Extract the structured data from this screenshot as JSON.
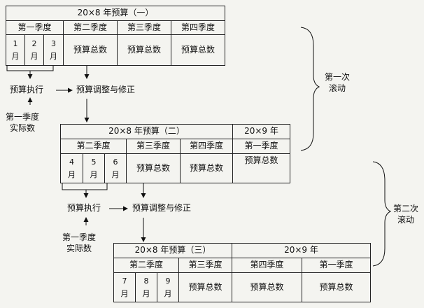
{
  "budget1": {
    "title": "20×8 年预算（一）",
    "quarters": [
      "第一季度",
      "第二季度",
      "第三季度",
      "第四季度"
    ],
    "months": [
      "1",
      "2",
      "3"
    ],
    "month_char": "月",
    "totals": [
      "预算总数",
      "预算总数",
      "预算总数"
    ]
  },
  "budget2": {
    "title": "20×8 年预算（二）",
    "next_year": "20×9 年",
    "quarters": [
      "第二季度",
      "第三季度",
      "第四季度",
      "第一季度"
    ],
    "months": [
      "4",
      "5",
      "6"
    ],
    "month_char": "月",
    "totals": [
      "预算总数",
      "预算总数",
      "预算总数"
    ]
  },
  "budget3": {
    "title": "20×8 年预算（三）",
    "next_year": "20×9 年",
    "quarters": [
      "第二季度",
      "第三季度",
      "第四季度",
      "第一季度"
    ],
    "months": [
      "7",
      "8",
      "9"
    ],
    "month_char": "月",
    "totals": [
      "预算总数",
      "预算总数",
      "预算总数"
    ]
  },
  "flow1": {
    "execute": "预算执行",
    "adjust": "预算调整与修正",
    "actual_l1": "第一季度",
    "actual_l2": "实际数"
  },
  "flow2": {
    "execute": "预算执行",
    "adjust": "预算调整与修正",
    "actual_l1": "第一季度",
    "actual_l2": "实际数"
  },
  "roll1": {
    "l1": "第一次",
    "l2": "滚动"
  },
  "roll2": {
    "l1": "第二次",
    "l2": "滚动"
  }
}
